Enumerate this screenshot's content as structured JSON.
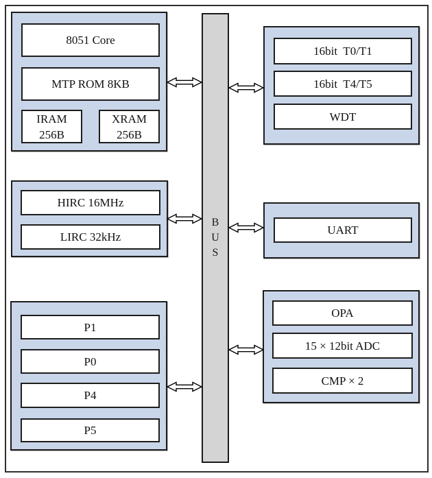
{
  "colors": {
    "group_fill": "#c9d5e8",
    "bus_fill": "#d4d4d4",
    "box_fill": "#ffffff",
    "border": "#1d1d1d"
  },
  "bus": {
    "letters": [
      "B",
      "U",
      "S"
    ]
  },
  "groups": {
    "cpu_memory": {
      "core": "8051 Core",
      "rom": "MTP ROM 8KB",
      "iram": "IRAM\n256B",
      "xram": "XRAM\n256B"
    },
    "clocks": {
      "hirc": "HIRC 16MHz",
      "lirc": "LIRC 32kHz"
    },
    "ports": {
      "p1": "P1",
      "p0": "P0",
      "p4": "P4",
      "p5": "P5"
    },
    "timers": {
      "t01": "16bit  T0/T1",
      "t45": "16bit  T4/T5",
      "wdt": "WDT"
    },
    "serial": {
      "uart": "UART"
    },
    "analog": {
      "opa": "OPA",
      "adc": "15 × 12bit ADC",
      "cmp": "CMP × 2"
    }
  }
}
